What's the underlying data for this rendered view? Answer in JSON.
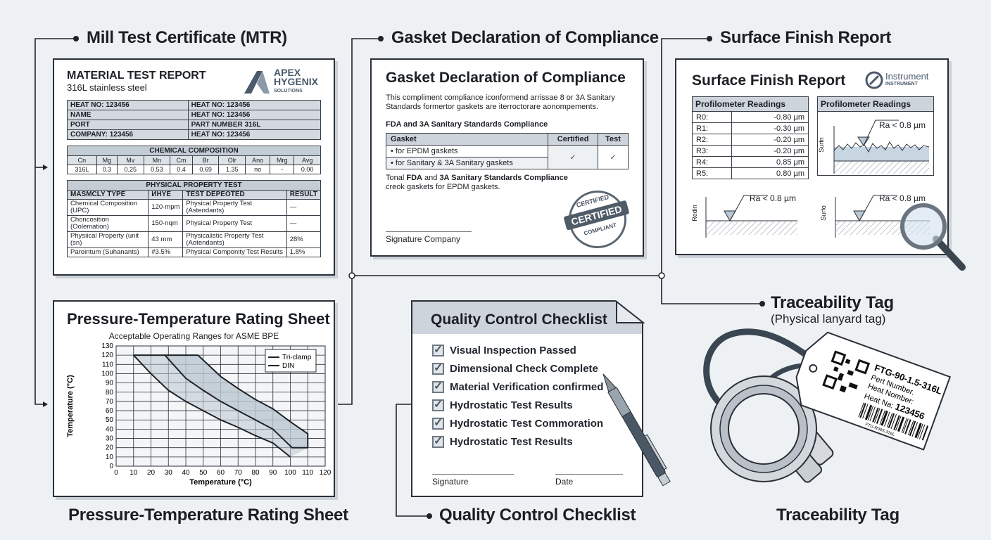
{
  "headings": {
    "mtr": "Mill Test Certificate (MTR)",
    "gasket": "Gasket Declaration of Compliance",
    "surface": "Surface Finish Report",
    "trace": "Traceability Tag",
    "trace_sub": "(Physical lanyard tag)",
    "pt_bottom": "Pressure-Temperature Rating Sheet",
    "qc_bottom": "Quality Control Checklist",
    "trace_bottom": "Traceability Tag"
  },
  "mtr": {
    "title": "MATERIAL TEST REPORT",
    "subtitle": "316L stainless steel",
    "logo": {
      "line1": "APEX",
      "line2": "HYGENIX",
      "line3": "SOLUTIONS"
    },
    "info": [
      [
        "HEAT NO: 123456",
        "HEAT NO: 123456"
      ],
      [
        "NAME",
        "HEAT NO: 123456"
      ],
      [
        "PORT",
        "PART NUMBER 316L"
      ],
      [
        "COMPANY: 123456",
        "HEAT NO: 123456"
      ]
    ],
    "chem_title": "CHEMICAL COMPOSITION",
    "chem_headers": [
      "Cn",
      "Mg",
      "Mv",
      "Mn",
      "Cm",
      "Br",
      "Olr",
      "Ano",
      "Mrg",
      "Avg"
    ],
    "chem_values": [
      "316L",
      "0.3",
      "0.25",
      "0.53",
      "0.4",
      "0.69",
      "1.35",
      "no",
      "-",
      "0.00"
    ],
    "phys_title": "PHYSICAL PROPERTY TEST",
    "phys_headers": [
      "MASMCLY TYPE",
      "ИHYE",
      "TEST DEPEOTED",
      "RESULT"
    ],
    "phys_rows": [
      [
        "Chemical Composition (UPC)",
        "120·mpm",
        "Physical Property Test (Astendants)",
        "—"
      ],
      [
        "Choncosition (Oolemation)",
        "150·nqm",
        "Physical Property Test",
        "—"
      ],
      [
        "Physiical Property (unit (sn)",
        "43 mm",
        "Physicalistic Property Test (Aotendants)",
        "28%"
      ],
      [
        "Parointum (Suhanants)",
        "#3.5%",
        "Physical Componity Test Results",
        "1.8%"
      ]
    ]
  },
  "gasket": {
    "title": "Gasket Declaration of Compliance",
    "body": "This compliment compliance iconformend arrissae 8 or 3A Sanitary Standards formertor gaskets are iterroctorare aonompements.",
    "section": "FDA and 3A Sanitary Standards Compliance",
    "table_headers": [
      "Gasket",
      "Certified",
      "Test"
    ],
    "rows": [
      "• for EPDM gaskets",
      "• for Sanitary & 3A Sanitary gaskets"
    ],
    "note_prefix": "Tonal ",
    "note_b1": "FDA",
    "note_mid": " and ",
    "note_b2": "3A Sanitary Standards Compliance",
    "note_line2": "creok gaskets for EPDM gaskets.",
    "signature": "Signature Company",
    "stamp": {
      "top": "CERTIFIED",
      "center": "CERTIFIED",
      "bottom": "COMPLIANT"
    }
  },
  "surface": {
    "title": "Surface Finish Report",
    "logo": {
      "line1": "Instrument",
      "line2": "INSTRUMENT"
    },
    "table_title": "Profilometer Readings",
    "graph_title": "Profilometer Readings",
    "readings": [
      [
        "R0:",
        "-0.80 µm"
      ],
      [
        "R1:",
        "-0.30 µm"
      ],
      [
        "R2:",
        "-0.20 µm"
      ],
      [
        "R3:",
        "-0.20 µm"
      ],
      [
        "R4:",
        "0.85 µm"
      ],
      [
        "R5:",
        "0.80 µm"
      ]
    ],
    "ra_label": "Ra < 0.8 µm",
    "axis_graph": "Surfn",
    "axis_left": "Redin",
    "axis_right": "Surfo"
  },
  "pt": {
    "title": "Pressure-Temperature Rating Sheet",
    "subtitle": "Acceptable Operating Ranges for ASME BPE"
  },
  "chart_data": {
    "type": "area",
    "title": "Pressure-Temperature Rating Sheet",
    "subtitle": "Acceptable Operating Ranges for ASME BPE",
    "xlabel": "Temperature (°C)",
    "ylabel": "Temperature (°C)",
    "xlim": [
      0,
      120
    ],
    "ylim": [
      0,
      130
    ],
    "xticks": [
      0,
      10,
      20,
      30,
      40,
      50,
      60,
      70,
      80,
      90,
      100,
      110,
      120
    ],
    "yticks": [
      0,
      10,
      20,
      30,
      40,
      50,
      60,
      70,
      80,
      90,
      100,
      110,
      120,
      130
    ],
    "grid": true,
    "legend_position": "top-right",
    "legend": [
      "Tri-clamp",
      "DIN"
    ],
    "curves": [
      {
        "x": [
          10,
          20,
          30,
          40,
          50,
          60,
          70,
          80,
          90,
          100
        ],
        "y": [
          120,
          100,
          82,
          70,
          60,
          50,
          42,
          33,
          25,
          10
        ]
      },
      {
        "x": [
          28,
          40,
          50,
          60,
          70,
          80,
          90,
          101,
          110
        ],
        "y": [
          120,
          95,
          82,
          70,
          60,
          50,
          40,
          20,
          20
        ]
      },
      {
        "x": [
          47,
          60,
          70,
          80,
          90,
          100,
          110,
          110
        ],
        "y": [
          120,
          97,
          84,
          72,
          62,
          48,
          35,
          20
        ]
      }
    ],
    "fill_color": "#b9c6d2",
    "line_color": "#1e2329"
  },
  "qc": {
    "title": "Quality Control Checklist",
    "items": [
      "Visual Inspection Passed",
      "Dimensional Check Complete",
      "Material Verification confirmed",
      "Hydrostatic Test Results",
      "Hydrostatic Test Commoration",
      "Hydrostatic Test Results"
    ],
    "signature": "Signature",
    "date": "Date"
  },
  "tag": {
    "code": "FTG-90-1.5-316L",
    "line1": "Pert Number.",
    "line2": "Heat Nomber:",
    "line3_label": "Heat Na: ",
    "line3_value": "123456",
    "barcode_text": "FTG-R00S.316L"
  },
  "colors": {
    "background": "#eef1f4",
    "panel_border": "#2b3038",
    "header_fill": "#cdd4db",
    "accent": "#4a5a6a"
  }
}
